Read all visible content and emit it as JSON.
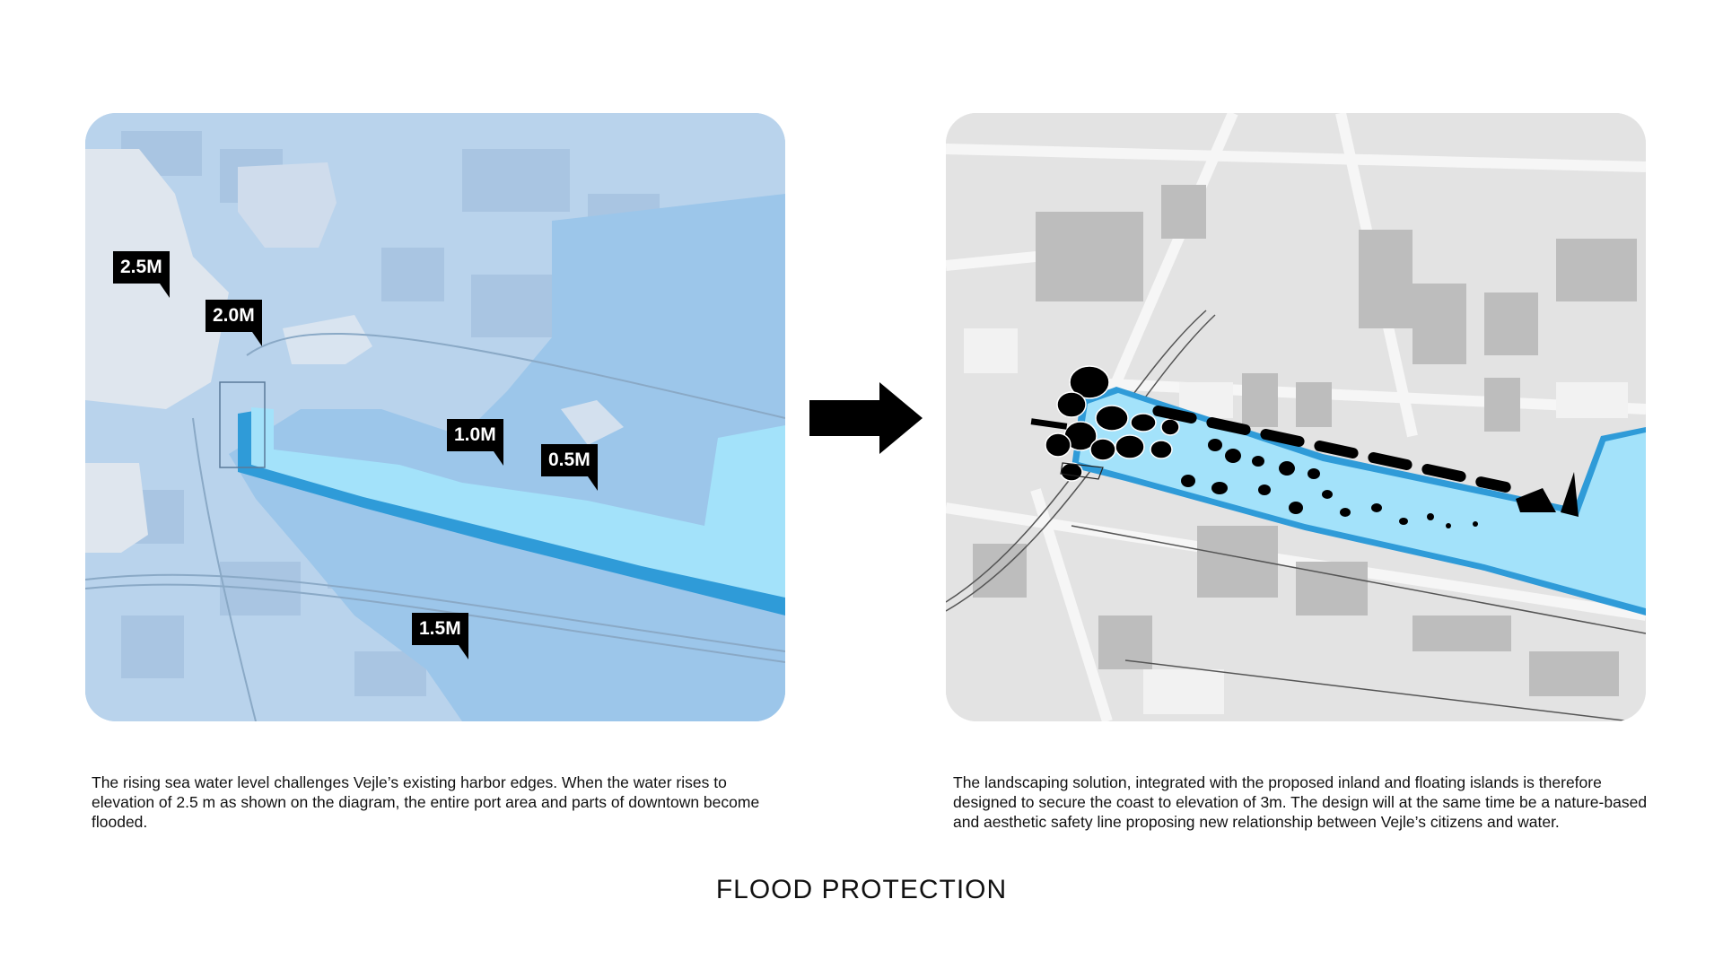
{
  "left_panel": {
    "water_levels": [
      "2.5M",
      "2.0M",
      "1.0M",
      "0.5M",
      "1.5M"
    ],
    "caption": "The rising sea water level challenges Vejle’s existing harbor edges. When the water rises to elevation of 2.5 m as shown on the diagram, the entire port area and parts of downtown become flooded."
  },
  "right_panel": {
    "caption": "The landscaping solution, integrated with the proposed inland and floating islands is therefore designed to secure the coast to elevation of  3m. The design will at the same time be a nature-based and aesthetic safety line proposing new relationship between Vejle’s citizens and water."
  },
  "title": "FLOOD PROTECTION",
  "colors": {
    "flood_light": "#b9d3ec",
    "flood_mid": "#8fbde6",
    "water": "#a3e2fa",
    "water_edge": "#2f9bd8",
    "map_grey": "#e3e3e3",
    "building_grey": "#c8c8c8",
    "island_black": "#000000"
  }
}
